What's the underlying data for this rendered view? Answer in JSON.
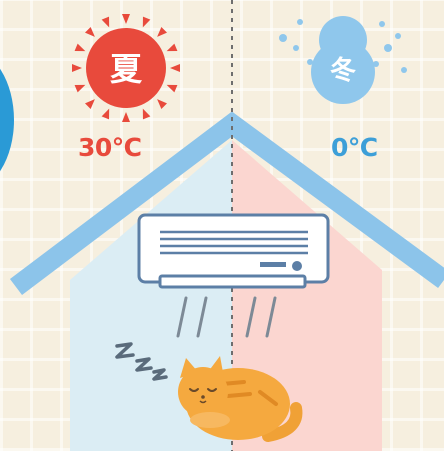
{
  "summer": {
    "character": "夏",
    "temperature": "30℃",
    "color": "#e84a3c",
    "icon": "sun-icon"
  },
  "winter": {
    "character": "冬",
    "temperature": "0℃",
    "color": "#3d9fd8",
    "icon": "snowman-icon"
  },
  "room": {
    "left_wall_color": "#dbedf4",
    "right_wall_color": "#fbd6d0",
    "roof_color": "#8cc4ea",
    "appliance_icon": "air-conditioner-icon",
    "pet_icon": "sleeping-cat-icon",
    "sleep_icon": "zzz-icon"
  }
}
